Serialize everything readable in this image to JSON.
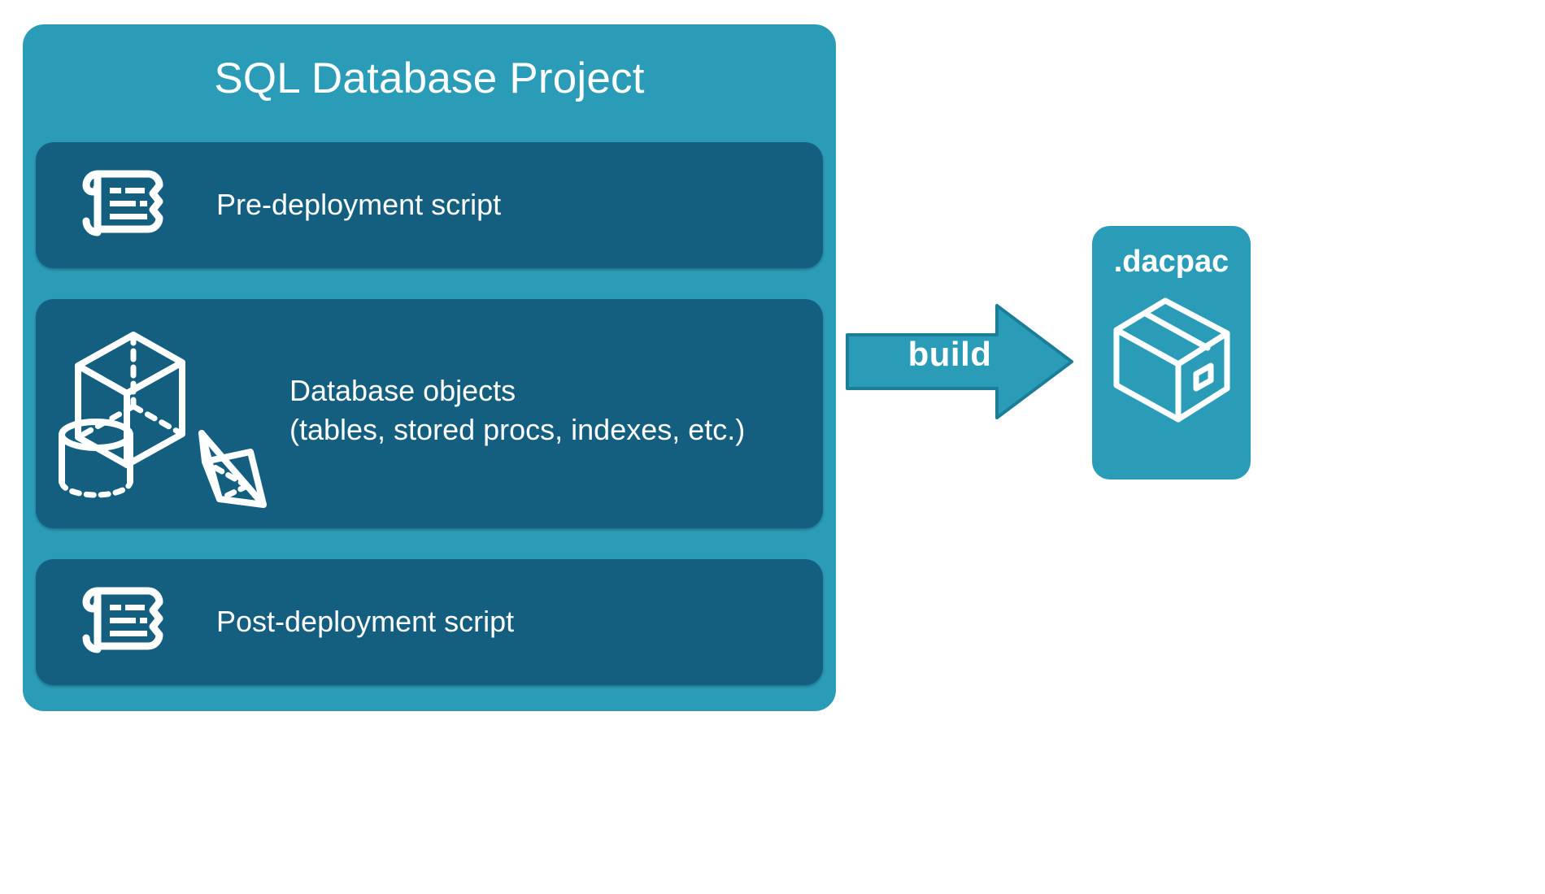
{
  "diagram": {
    "title": "SQL Database Project",
    "background_color": "#ffffff",
    "container_color": "#2b9cb8",
    "panel_color": "#145f80",
    "text_color": "#ffffff",
    "panels": [
      {
        "id": "pre-deployment",
        "label": "Pre-deployment script",
        "icon": "scroll-icon"
      },
      {
        "id": "database-objects",
        "label": "Database objects\n(tables, stored procs, indexes, etc.)",
        "icon": "shapes-icon"
      },
      {
        "id": "post-deployment",
        "label": "Post-deployment script",
        "icon": "scroll-icon"
      }
    ],
    "arrow": {
      "label": "build",
      "icon": "right-arrow-icon",
      "color": "#2b9cb8",
      "outline_color": "#1b7e99"
    },
    "output": {
      "label": ".dacpac",
      "icon": "package-box-icon",
      "color": "#2b9cb8"
    }
  }
}
